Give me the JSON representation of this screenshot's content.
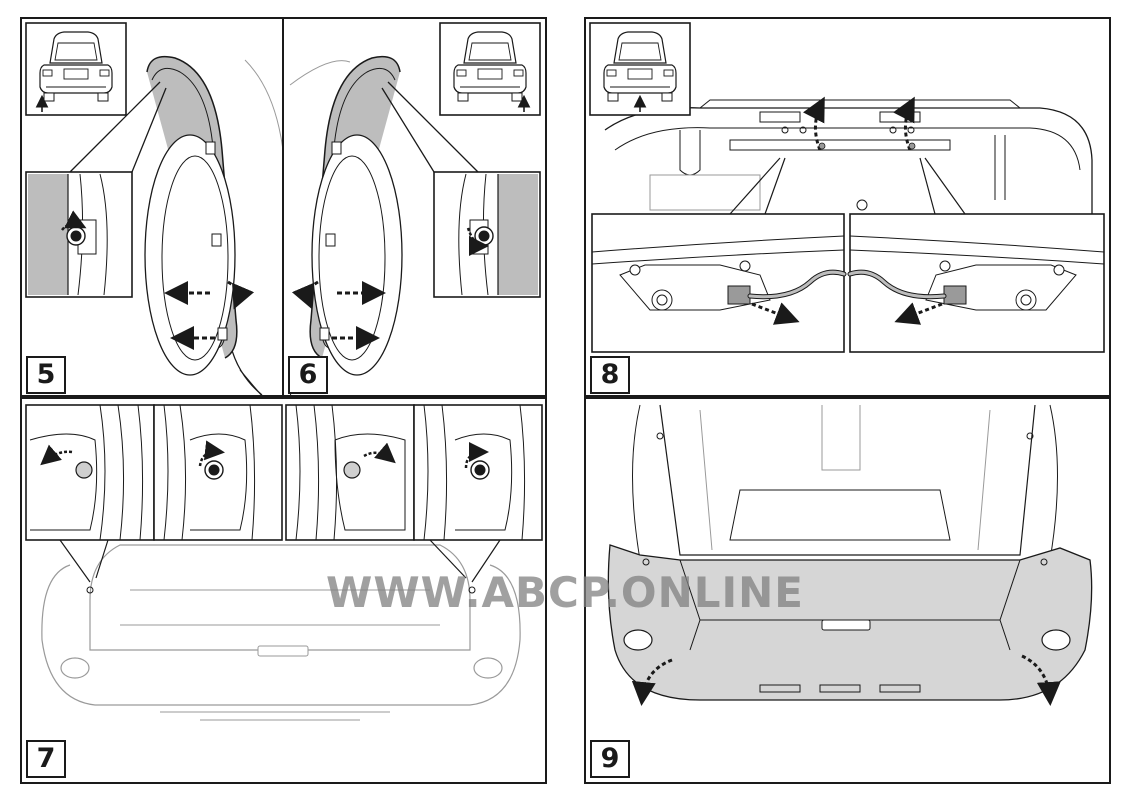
{
  "steps": {
    "s5": "5",
    "s6": "6",
    "s7": "7",
    "s8": "8",
    "s9": "9"
  },
  "watermark": "WWW.ABCP.ONLINE",
  "colors": {
    "line": "#1a1a1a",
    "light_line": "#9a9a9a",
    "shade": "#bdbdbd",
    "shade_light": "#d6d6d6",
    "background": "#ffffff"
  },
  "icons": [
    "car-rear-icon",
    "push-pin-clip-icon",
    "rotate-arrow-icon",
    "pull-arrow-icon",
    "connector-icon"
  ]
}
